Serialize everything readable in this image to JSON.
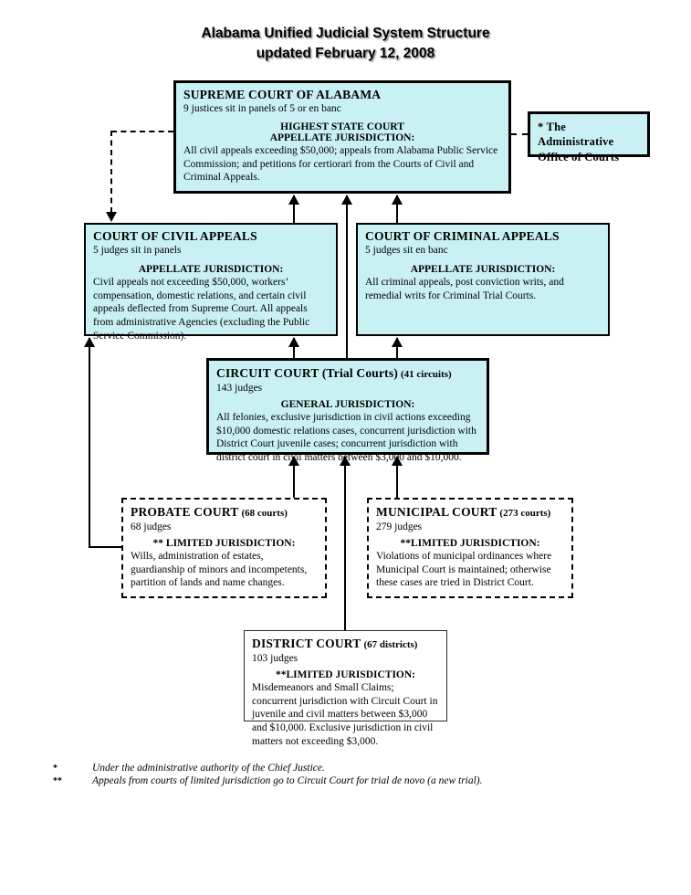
{
  "page_title": {
    "line1": "Alabama Unified Judicial System Structure",
    "line2": "updated February 12, 2008"
  },
  "colors": {
    "box_fill": "#c9f1f4",
    "line": "#000000"
  },
  "boxes": {
    "supreme": {
      "title": "SUPREME COURT OF ALABAMA",
      "subtitle": "9 justices sit in panels of 5 or en banc",
      "jurisdiction_line1": "HIGHEST STATE COURT",
      "jurisdiction_line2": "APPELLATE JURISDICTION:",
      "body": "All civil appeals exceeding $50,000; appeals from Alabama Public Service Commission; and petitions for certiorari from the Courts of Civil and Criminal Appeals."
    },
    "admin_office": {
      "label": "* The Administrative Office of Courts"
    },
    "civil_appeals": {
      "title": "COURT OF CIVIL APPEALS",
      "subtitle": "5 judges sit in panels",
      "jurisdiction": "APPELLATE JURISDICTION:",
      "body": "Civil appeals not exceeding $50,000, workers’ compensation, domestic relations, and certain civil appeals deflected from Supreme Court. All appeals from administrative Agencies (excluding the Public Service Commission)."
    },
    "criminal_appeals": {
      "title": "COURT OF CRIMINAL APPEALS",
      "subtitle": "5 judges sit en banc",
      "jurisdiction": "APPELLATE JURISDICTION:",
      "body": "All criminal appeals, post conviction writs, and remedial writs for Criminal Trial Courts."
    },
    "circuit": {
      "title": "CIRCUIT COURT (Trial Courts)",
      "title_suffix": "(41 circuits)",
      "subtitle": "143 judges",
      "jurisdiction": "GENERAL JURISDICTION:",
      "body": "All felonies, exclusive jurisdiction in civil actions exceeding $10,000 domestic relations cases, concurrent jurisdiction with District Court juvenile cases; concurrent jurisdiction with district court in civil matters between $3,000 and $10,000."
    },
    "probate": {
      "title": "PROBATE COURT",
      "title_suffix": "(68 courts)",
      "subtitle": "68 judges",
      "jurisdiction": "** LIMITED JURISDICTION:",
      "body": "Wills, administration of estates, guardianship of minors and incompetents, partition of lands and name changes."
    },
    "municipal": {
      "title": "MUNICIPAL COURT",
      "title_suffix": "(273 courts)",
      "subtitle": "279 judges",
      "jurisdiction": "**LIMITED JURISDICTION:",
      "body": "Violations of municipal ordinances where Municipal Court is maintained; otherwise these cases are tried in District Court."
    },
    "district": {
      "title": "DISTRICT COURT",
      "title_suffix": "(67 districts)",
      "subtitle": "103 judges",
      "jurisdiction": "**LIMITED JURISDICTION:",
      "body": "Misdemeanors and Small Claims; concurrent jurisdiction with Circuit Court in juvenile and civil matters between $3,000 and $10,000. Exclusive jurisdiction in civil matters not exceeding $3,000."
    }
  },
  "footnotes": [
    {
      "marker": "*",
      "text": "Under the administrative authority of the Chief Justice."
    },
    {
      "marker": "**",
      "text": "Appeals from courts of limited jurisdiction go to Circuit Court for trial de novo (a new trial)."
    }
  ]
}
